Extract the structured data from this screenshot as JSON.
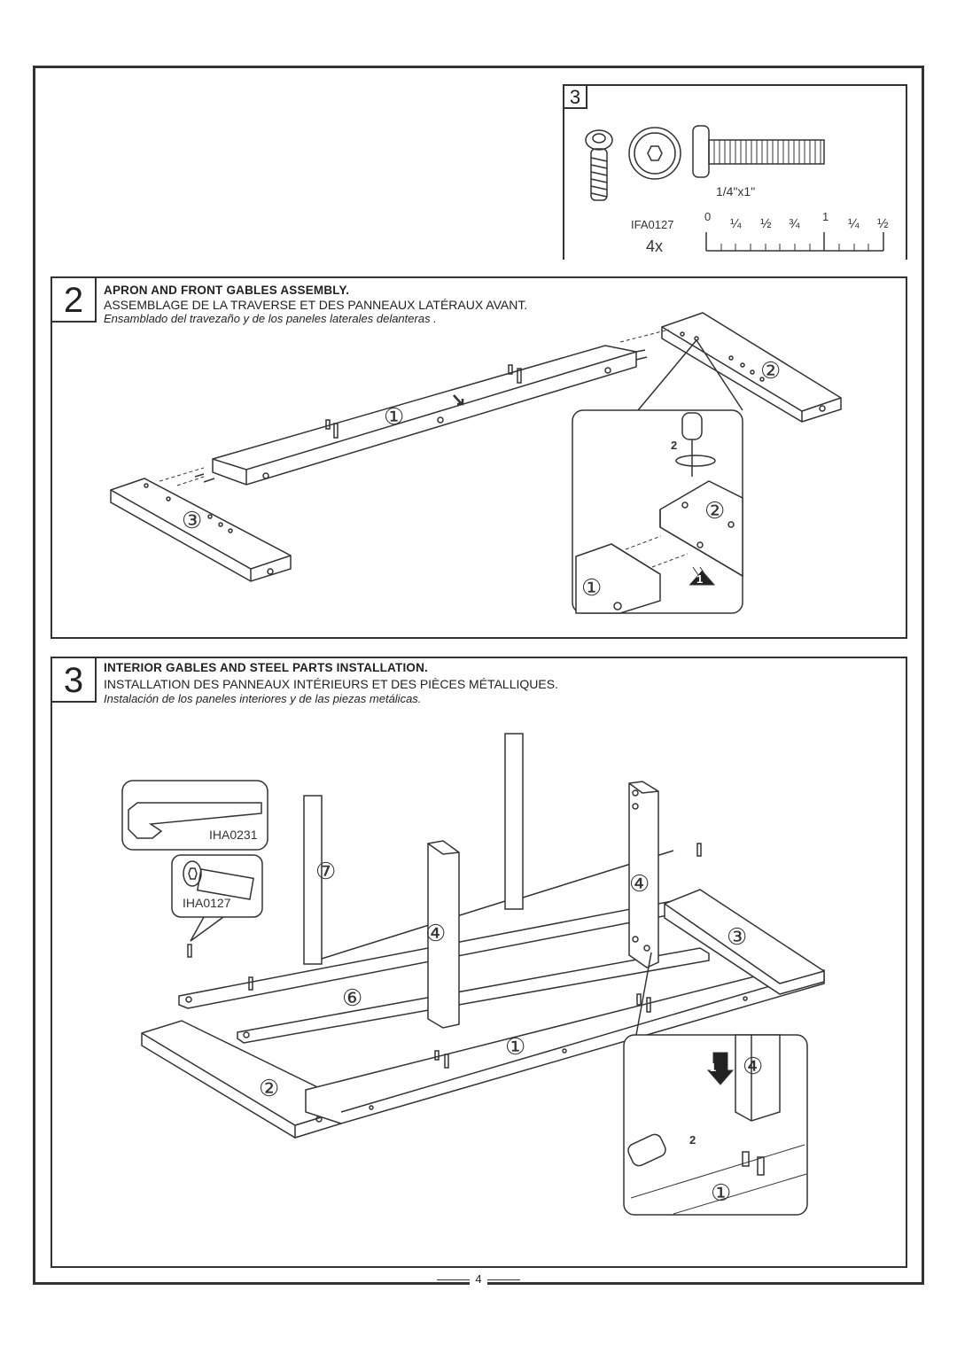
{
  "page_number": "4",
  "hardware": {
    "box_number": "3",
    "size_label": "1/4\"x1\"",
    "part_code": "IFA0127",
    "quantity": "4x",
    "ruler_labels": [
      "0",
      "¼",
      "½",
      "¾",
      "1",
      "¼",
      "½"
    ]
  },
  "step2": {
    "number": "2",
    "title_en": "APRON AND FRONT GABLES ASSEMBLY.",
    "title_fr": "ASSEMBLAGE DE LA TRAVERSE ET DES PANNEAUX LATÉRAUX AVANT.",
    "title_es": "Ensamblado del travezaño y de los paneles laterales delanteras .",
    "part_labels": [
      "①",
      "②",
      "③",
      "②",
      "①"
    ],
    "detail_arrows": [
      "2",
      "1"
    ]
  },
  "step3": {
    "number": "3",
    "title_en": "INTERIOR GABLES AND STEEL PARTS INSTALLATION.",
    "title_fr": "INSTALLATION DES PANNEAUX INTÉRIEURS ET DES PIÈCES MÉTALLIQUES.",
    "title_es": "Instalación de los paneles interiores y de las piezas metálicas.",
    "tool_code": "IHA0231",
    "bolt_code": "IHA0127",
    "part_labels": [
      "⑦",
      "④",
      "④",
      "③",
      "⑥",
      "①",
      "②",
      "④",
      "①"
    ],
    "detail_arrows": [
      "1",
      "2"
    ]
  }
}
